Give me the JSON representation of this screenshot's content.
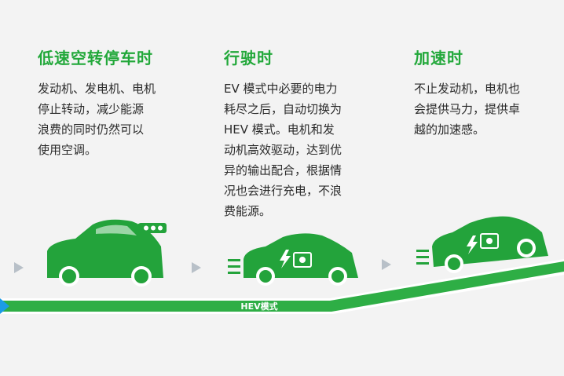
{
  "panels": [
    {
      "title": "低速空转停车时",
      "body": "发动机、发电机、电机\n停止转动，减少能源\n浪费的同时仍然可以\n使用空调。"
    },
    {
      "title": "行驶时",
      "body": "EV 模式中必要的电力\n耗尽之后，自动切换为\nHEV 模式。电机和发\n动机高效驱动，达到优\n异的输出配合，根据情\n况也会进行充电，不浪\n费能源。"
    },
    {
      "title": "加速时",
      "body": "不止发动机，电机也\n会提供马力，提供卓\n越的加速感。"
    }
  ],
  "mode_band": {
    "label": "HEV模式"
  },
  "colors": {
    "green": "#22a83a",
    "band": "#2eae45",
    "blue_arrow": "#1b9ce6",
    "arrow_gray": "#b8c0c8",
    "background": "#f3f3f3"
  },
  "icons": [
    "play-arrow-icon",
    "traffic-light-icon",
    "speed-lines-icon",
    "battery-charge-icon"
  ]
}
